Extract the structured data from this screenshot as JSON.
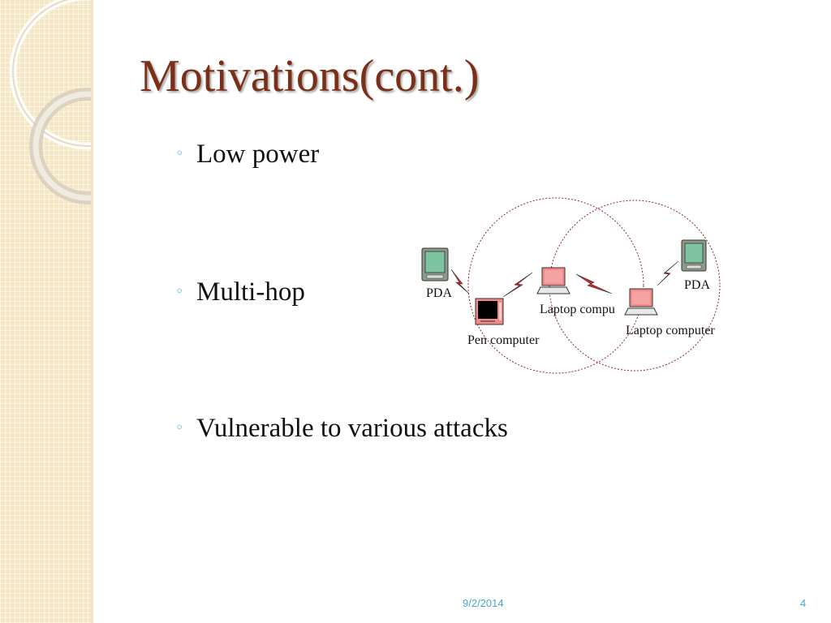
{
  "slide": {
    "title": "Motivations(cont.)",
    "bullets": [
      {
        "marker": "◦",
        "text": "Low power"
      },
      {
        "marker": "◦",
        "text": "Multi-hop"
      },
      {
        "marker": "◦",
        "text": "Vulnerable to various attacks"
      }
    ]
  },
  "diagram": {
    "labels": {
      "pda_left": "PDA",
      "pen_computer": "Pen computer",
      "laptop_middle": "Laptop compu",
      "laptop_right": "Laptop computer",
      "pda_right": "PDA"
    }
  },
  "footer": {
    "date": "9/2/2014",
    "page": "4"
  },
  "colors": {
    "title": "#7a2f16",
    "accent": "#4aa6c8",
    "sidebar": "#f5e6c4",
    "device_screen": "#f28a8a",
    "pda_screen": "#7fc4a0",
    "lightning": "#d81f2a"
  }
}
